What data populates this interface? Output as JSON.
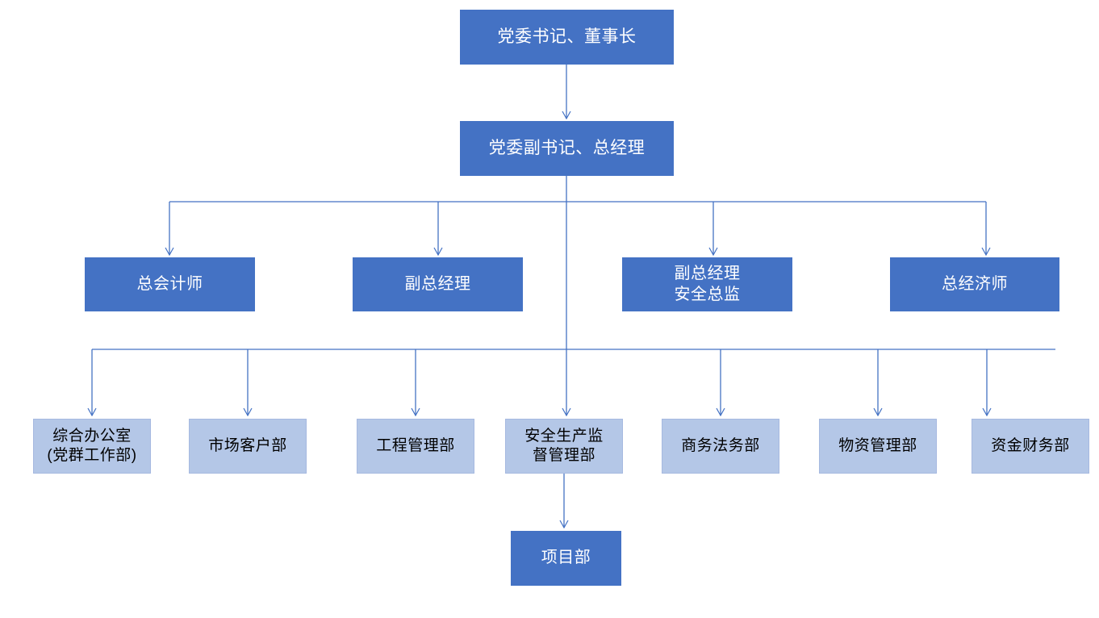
{
  "diagram": {
    "type": "org-chart",
    "colors": {
      "primary_fill": "#4472C4",
      "primary_text": "#FFFFFF",
      "secondary_fill": "#B4C7E7",
      "secondary_text": "#000000",
      "connector": "#4472C4"
    },
    "nodes": {
      "party_secretary_chairman": "党委书记、董事长",
      "deputy_secretary_general_manager": "党委副书记、总经理",
      "chief_accountant": "总会计师",
      "deputy_general_manager": "副总经理",
      "deputy_gm_safety_director": "副总经理\n安全总监",
      "chief_economist": "总经济师",
      "general_office": "综合办公室\n(党群工作部)",
      "market_customer_dept": "市场客户部",
      "engineering_management_dept": "工程管理部",
      "safety_supervision_dept": "安全生产监\n督管理部",
      "commerce_legal_dept": "商务法务部",
      "materials_management_dept": "物资管理部",
      "funds_finance_dept": "资金财务部",
      "project_dept": "项目部"
    }
  }
}
